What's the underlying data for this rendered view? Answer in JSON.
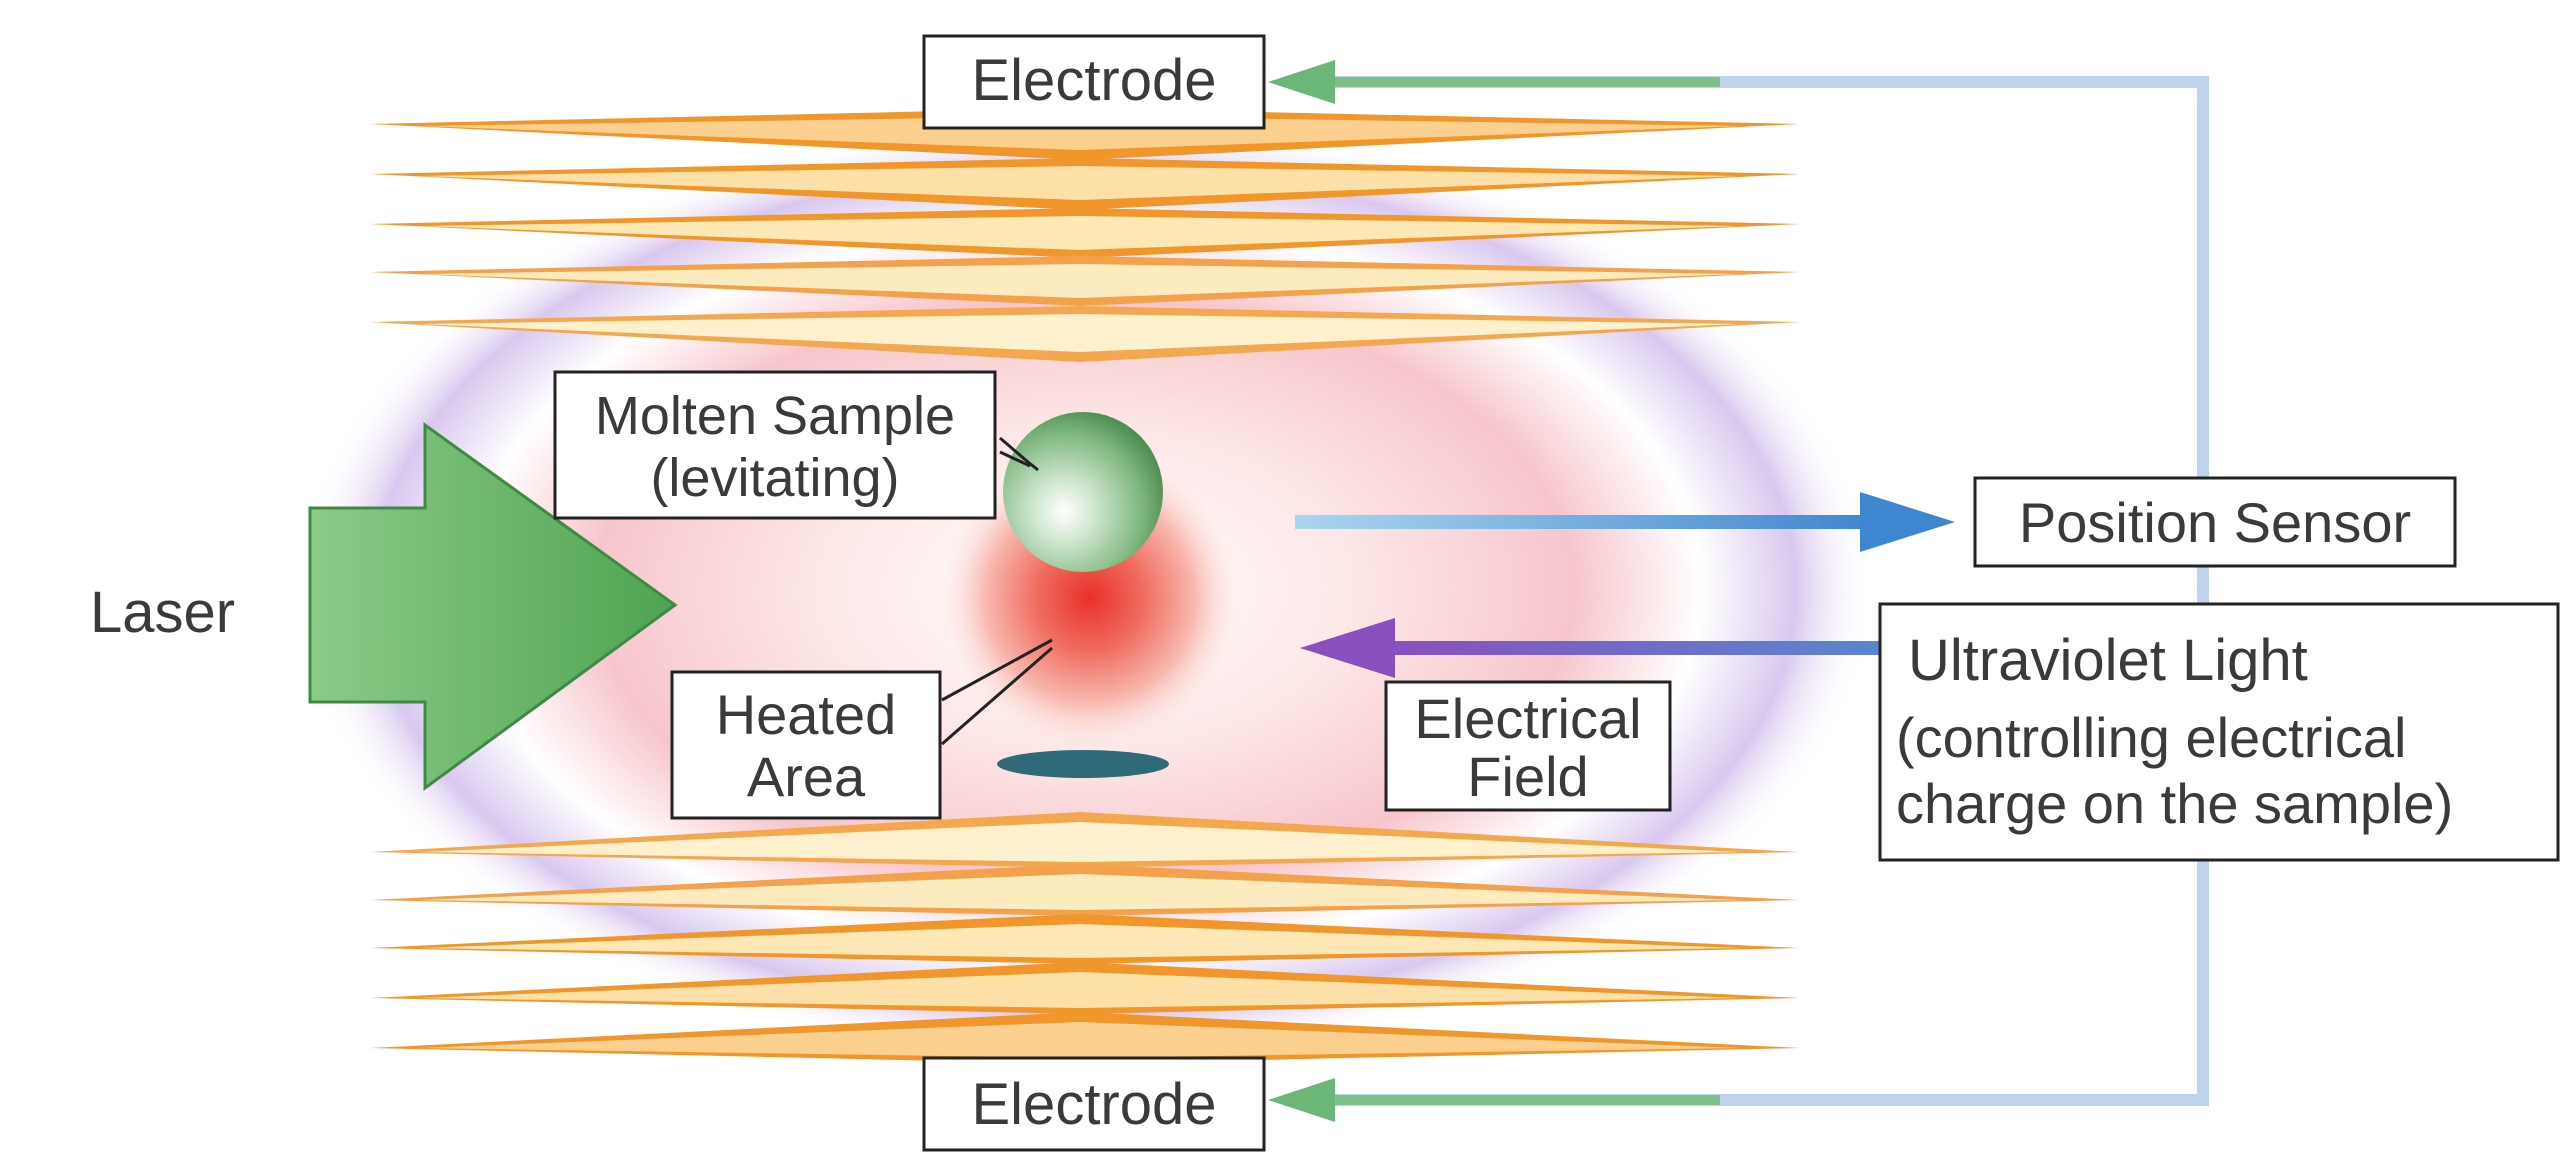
{
  "labels": {
    "electrode_top": "Electrode",
    "electrode_bottom": "Electrode",
    "laser": "Laser",
    "molten_sample_line1": "Molten Sample",
    "molten_sample_line2": "(levitating)",
    "heated_area_line1": "Heated",
    "heated_area_line2": "Area",
    "position_sensor": "Position Sensor",
    "ultraviolet_line1": "Ultraviolet Light",
    "ultraviolet_line2": "(controlling electrical",
    "ultraviolet_line3": "charge on the sample)",
    "electrical_field_line1": "Electrical",
    "electrical_field_line2": "Field"
  },
  "colors": {
    "electrode_dark": "#f0962a",
    "electrode_light": "#fde7b4",
    "field_aura": "#c9b6e6",
    "field_inner": "#f7c2c6",
    "laser_arrow": "#5fae5f",
    "sample_sphere": "#8fc48f",
    "heated_spot": "#e83a2e",
    "feedback_line": "#7fc08a",
    "feedback_wire": "#b9cde8",
    "sensor_arrow": "#4a8fd4",
    "uv_arrow": "#8a4fbf",
    "shadow": "#2f6a78"
  }
}
